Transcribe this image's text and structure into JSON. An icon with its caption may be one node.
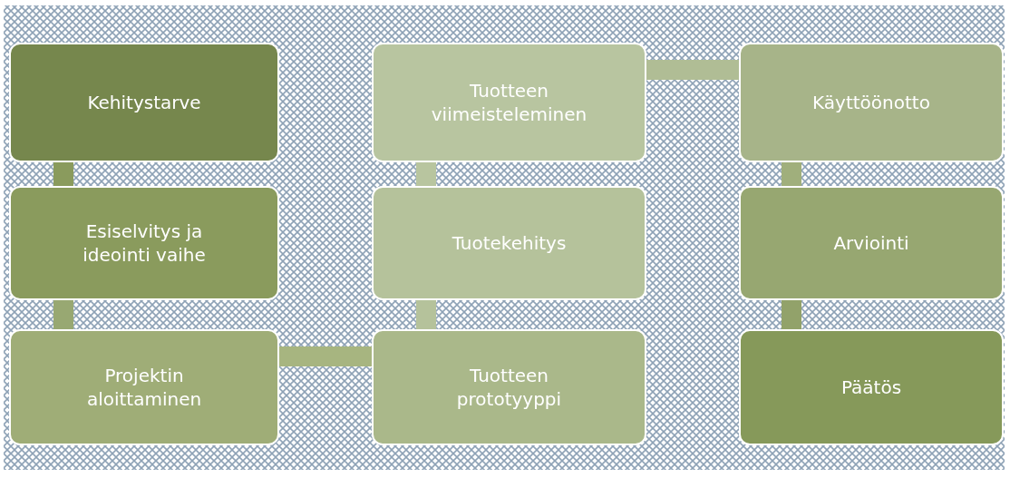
{
  "diagram": {
    "nodes": [
      {
        "text": [
          "Kehitystarve"
        ]
      },
      {
        "text": [
          "Esiselvitys ja ideointi vaihe"
        ]
      },
      {
        "text": [
          "Projektin aloittaminen"
        ]
      },
      {
        "text": [
          "Tuotteen prototyyppi"
        ]
      },
      {
        "text": [
          "Tuotekehitys"
        ]
      },
      {
        "text": [
          "Tuotteen viimeisteleminen"
        ]
      },
      {
        "text": [
          "Käyttöönotto"
        ]
      },
      {
        "text": [
          "Arviointi"
        ]
      },
      {
        "text": [
          "Päätös"
        ]
      }
    ],
    "edges": [
      {
        "from": 0,
        "to": 1,
        "arrow": "none"
      },
      {
        "from": 1,
        "to": 2,
        "arrow": "none"
      },
      {
        "from": 2,
        "to": 3,
        "arrow": "none"
      },
      {
        "from": 3,
        "to": 4,
        "arrow": "none"
      },
      {
        "from": 4,
        "to": 5,
        "arrow": "none"
      },
      {
        "from": 5,
        "to": 6,
        "arrow": "none"
      },
      {
        "from": 6,
        "to": 7,
        "arrow": "none"
      },
      {
        "from": 7,
        "to": 8,
        "arrow": "none"
      }
    ]
  }
}
